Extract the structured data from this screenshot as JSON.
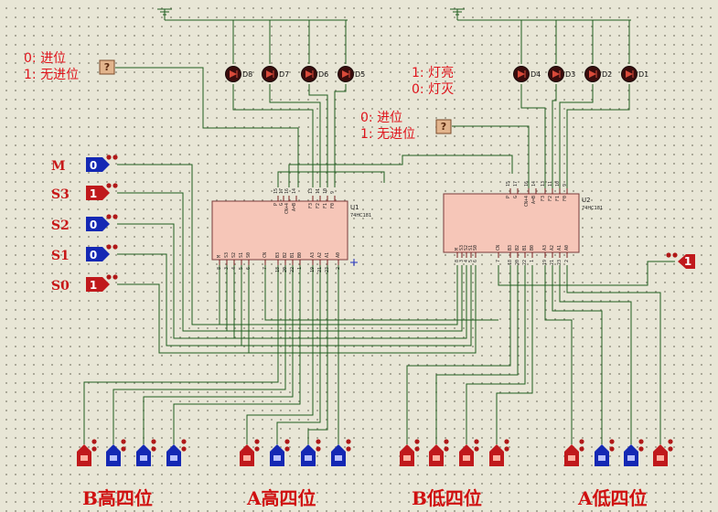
{
  "annotations": {
    "left_carry_0": "0: 进位",
    "left_carry_1": "1: 无进位",
    "mid_carry_0": "0: 进位",
    "mid_carry_1": "1: 无进位",
    "lamp_on": "1: 灯亮",
    "lamp_off": "0: 灯灭"
  },
  "probes": {
    "left": "?",
    "mid": "?"
  },
  "leds": [
    "D8",
    "D7",
    "D6",
    "D5",
    "D4",
    "D3",
    "D2",
    "D1"
  ],
  "control_signals": [
    {
      "name": "M",
      "value": "0"
    },
    {
      "name": "S3",
      "value": "1"
    },
    {
      "name": "S2",
      "value": "0"
    },
    {
      "name": "S1",
      "value": "0"
    },
    {
      "name": "S0",
      "value": "1"
    }
  ],
  "carry_in": {
    "value": "1"
  },
  "chips": {
    "u1": {
      "ref": "U1",
      "part": "74HC181"
    },
    "u2": {
      "ref": "U2",
      "part": "74HC181"
    }
  },
  "pin_labels": {
    "top_names": [
      "P",
      "G",
      "CN+4",
      "A=B",
      "F3",
      "F2",
      "F1",
      "F0"
    ],
    "top_numbers": [
      "15",
      "17",
      "16",
      "14",
      "13",
      "11",
      "10",
      "9"
    ],
    "bottom_names": [
      "M",
      "S3",
      "S2",
      "S1",
      "S0",
      "CN",
      "B3",
      "B2",
      "B1",
      "B0",
      "A3",
      "A2",
      "A1",
      "A0"
    ],
    "bottom_numbers": [
      "8",
      "3",
      "4",
      "5",
      "6",
      "7",
      "18",
      "20",
      "22",
      "1",
      "19",
      "21",
      "23",
      "2"
    ]
  },
  "input_groups": [
    {
      "label": "B高四位",
      "switches": [
        "1",
        "0",
        "0",
        "0"
      ]
    },
    {
      "label": "A高四位",
      "switches": [
        "1",
        "0",
        "0",
        "0"
      ]
    },
    {
      "label": "B低四位",
      "switches": [
        "1",
        "1",
        "1",
        "1"
      ]
    },
    {
      "label": "A低四位",
      "switches": [
        "1",
        "0",
        "0",
        "1"
      ]
    }
  ],
  "colors": {
    "wire": "#1f5d1f",
    "annotation": "#e0141c",
    "chip_fill": "#f6c6b8",
    "switch_on": "#c0191c",
    "switch_off": "#1428b4",
    "background": "#e8e6d6"
  }
}
